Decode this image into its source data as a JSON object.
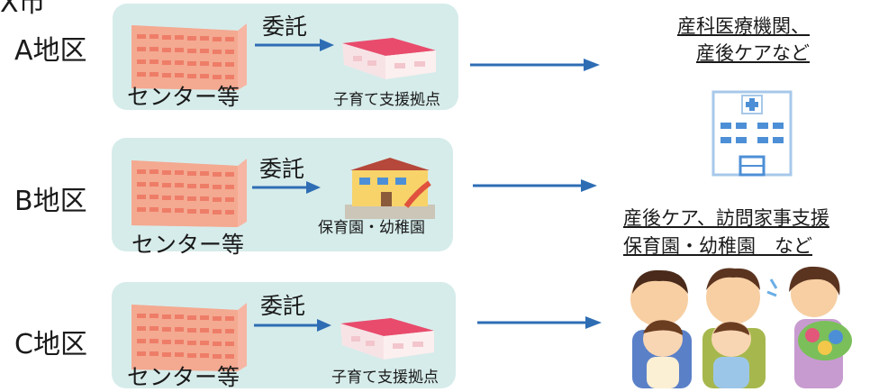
{
  "city_label": "X市",
  "districts": [
    {
      "name": "A地区",
      "center": "センター等",
      "delegate": "委託",
      "target": "子育て支援拠点"
    },
    {
      "name": "B地区",
      "center": "センター等",
      "delegate": "委託",
      "target": "保育園・幼稚園"
    },
    {
      "name": "C地区",
      "center": "センター等",
      "delegate": "委託",
      "target": "子育て支援拠点"
    }
  ],
  "right_labels": {
    "top_line1": "産科医療機関、",
    "top_line2": "産後ケアなど",
    "bottom_line1": "産後ケア、訪問家事支援",
    "bottom_line2": "保育園・幼稚園　など"
  },
  "colors": {
    "panel": "#d6ecea",
    "arrow": "#2e6db4",
    "building": "#f4a991",
    "roof": "#e94b6c"
  }
}
